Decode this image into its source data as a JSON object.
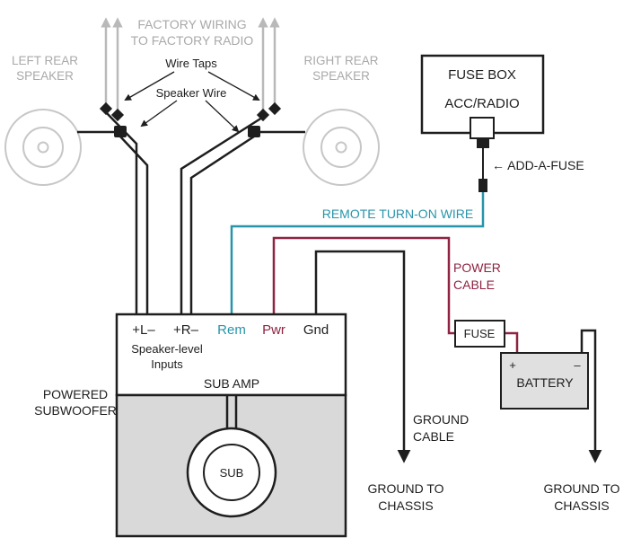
{
  "colors": {
    "ink": "#1e1e1e",
    "gray-text": "#a9a9a9",
    "gray-line": "#b9b9b9",
    "speaker-stroke": "#c7c7c7",
    "teal": "#2794aa",
    "maroon": "#8e2342",
    "box-gray": "#d9d9d9",
    "battery-gray": "#e0e0e0"
  },
  "labels": {
    "factory_wiring": {
      "line1": "FACTORY WIRING",
      "line2": "TO FACTORY RADIO"
    },
    "left_speaker": {
      "line1": "LEFT REAR",
      "line2": "SPEAKER"
    },
    "right_speaker": {
      "line1": "RIGHT REAR",
      "line2": "SPEAKER"
    },
    "wire_taps": "Wire Taps",
    "speaker_wire": "Speaker Wire",
    "fuse_box": {
      "title": "FUSE BOX",
      "circuit": "ACC/RADIO"
    },
    "add_a_fuse": "← ADD-A-FUSE",
    "remote_turn_on_wire": "REMOTE TURN-ON WIRE",
    "power_cable": {
      "line1": "POWER",
      "line2": "CABLE"
    },
    "amp": {
      "terminal_left": "+L–",
      "terminal_right": "+R–",
      "terminal_rem": "Rem",
      "terminal_pwr": "Pwr",
      "terminal_gnd": "Gnd",
      "inputs": {
        "line1": "Speaker-level",
        "line2": "Inputs"
      },
      "name": "SUB AMP"
    },
    "powered_subwoofer": {
      "line1": "POWERED",
      "line2": "SUBWOOFER"
    },
    "sub": "SUB",
    "fuse": "FUSE",
    "battery": {
      "name": "BATTERY",
      "plus": "+",
      "minus": "–"
    },
    "ground_cable": {
      "line1": "GROUND",
      "line2": "CABLE"
    },
    "ground_to_chassis_left": {
      "line1": "GROUND TO",
      "line2": "CHASSIS"
    },
    "ground_to_chassis_right": {
      "line1": "GROUND TO",
      "line2": "CHASSIS"
    }
  }
}
